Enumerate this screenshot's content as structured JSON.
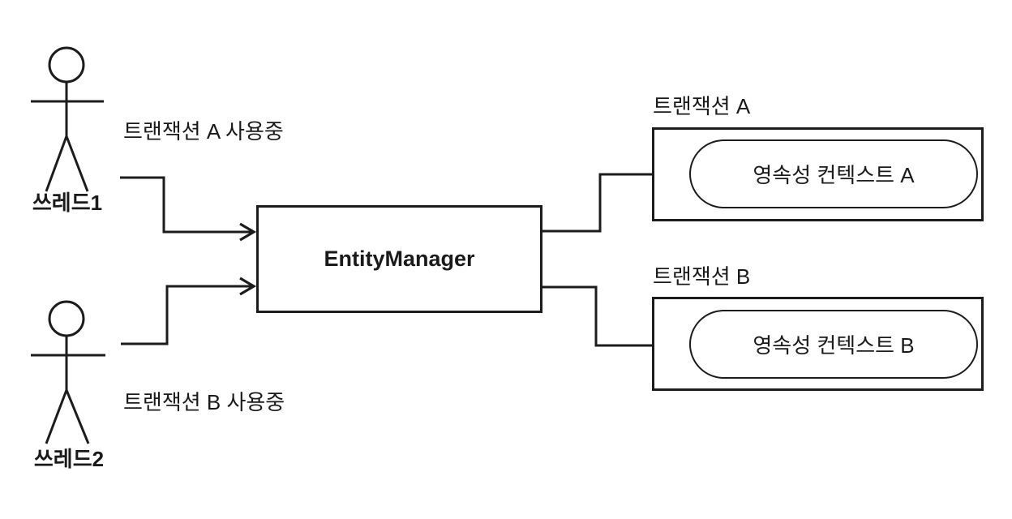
{
  "diagram": {
    "description": "Two threads using one EntityManager with separate transactions and persistence contexts",
    "colors": {
      "background": "#ffffff",
      "ink": "#1c1c1c"
    },
    "actors": [
      {
        "name": "쓰레드1",
        "status": "트랜잭션 A 사용중"
      },
      {
        "name": "쓰레드2",
        "status": "트랜잭션 B 사용중"
      }
    ],
    "entity_manager": {
      "label": "EntityManager"
    },
    "transactions": [
      {
        "title": "트랜잭션 A",
        "persistence_context": "영속성 컨텍스트 A"
      },
      {
        "title": "트랜잭션 B",
        "persistence_context": "영속성 컨텍스트 B"
      }
    ]
  }
}
